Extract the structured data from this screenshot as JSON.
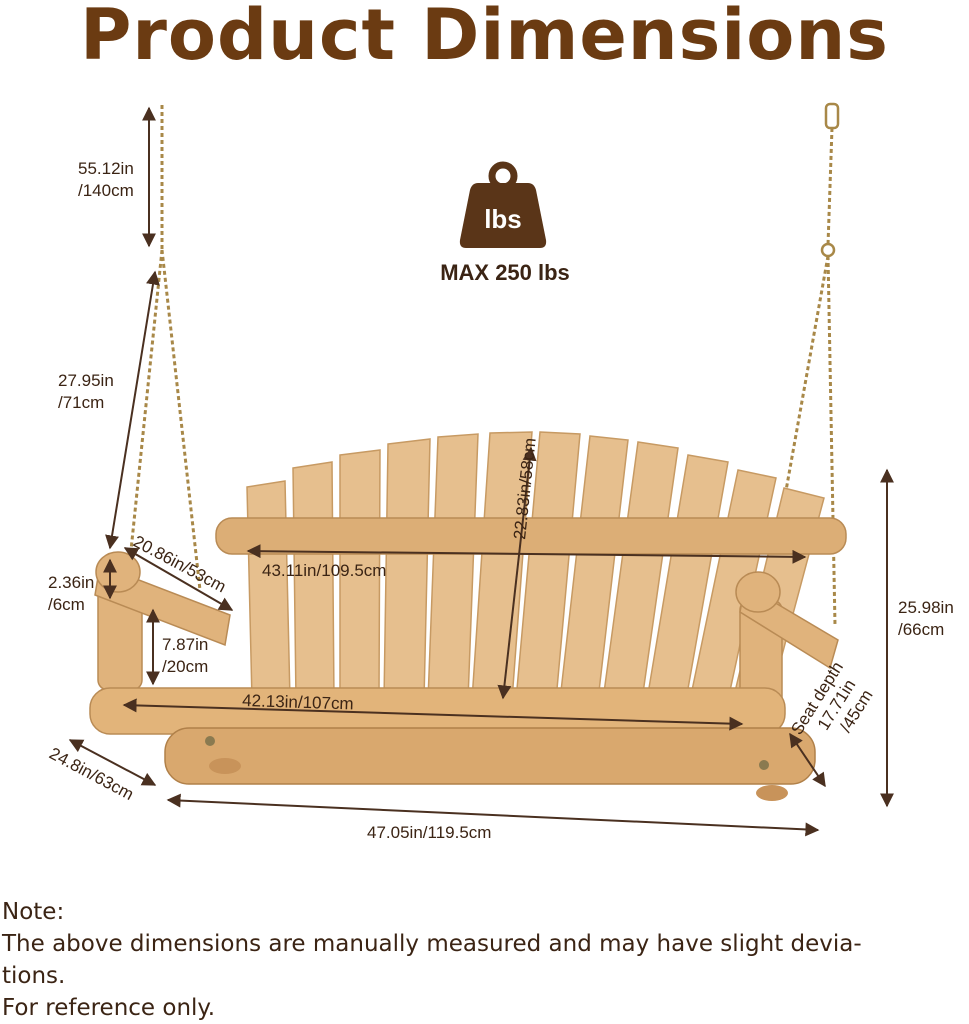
{
  "title": "Product Dimensions",
  "weight": {
    "icon": "weight-icon",
    "icon_text": "lbs",
    "max_label": "MAX 250 lbs"
  },
  "dimensions": {
    "chain_top": [
      "55.12in",
      "/140cm"
    ],
    "chain_side": [
      "27.95in",
      "/71cm"
    ],
    "arm_thickness": [
      "2.36in",
      "/6cm"
    ],
    "armrest_length": "20.86in/53cm",
    "arm_height": [
      "7.87in",
      "/20cm"
    ],
    "back_height": "22.83in/58cm",
    "back_width": "43.11in/109.5cm",
    "seat_width": "42.13in/107cm",
    "total_height": [
      "25.98in",
      "/66cm"
    ],
    "seat_depth": [
      "Seat depth",
      "17.71in",
      "/45cm"
    ],
    "depth": "24.8in/63cm",
    "total_width": "47.05in/119.5cm"
  },
  "note": {
    "heading": "Note:",
    "lines": [
      "The above dimensions are manually measured and may have slight devia-",
      "tions.",
      "For reference only."
    ]
  },
  "colors": {
    "title": "#6b3b12",
    "wood": "#e3b987",
    "arrow": "#4a3020",
    "chain": "#b0925a",
    "icon": "#5a3518"
  }
}
